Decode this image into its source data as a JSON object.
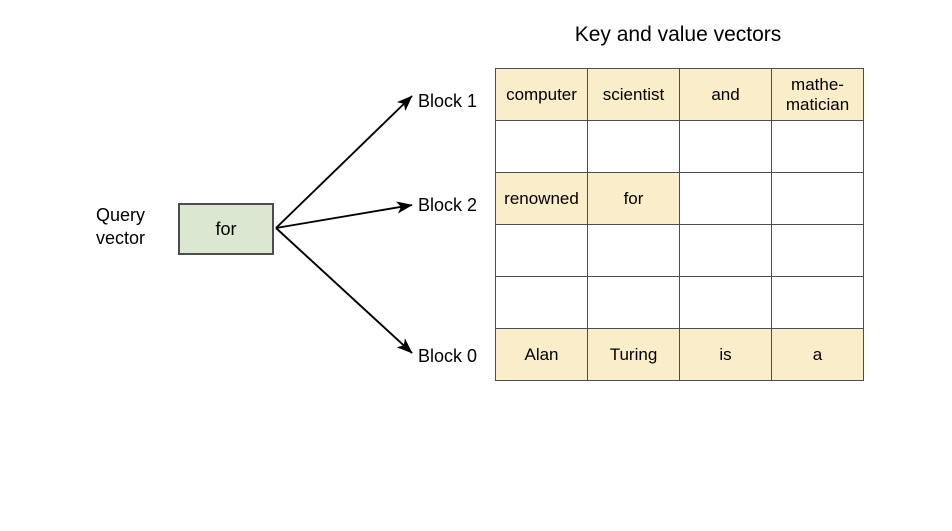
{
  "diagram": {
    "title": "Key and value vectors",
    "query": {
      "label_line1": "Query",
      "label_line2": "vector",
      "token": "for"
    },
    "arrows": [
      {
        "name": "arrow-to-block-1",
        "target": "Block 1"
      },
      {
        "name": "arrow-to-block-2",
        "target": "Block 2"
      },
      {
        "name": "arrow-to-block-0",
        "target": "Block 0"
      }
    ],
    "block_labels": {
      "block1": "Block 1",
      "block2": "Block 2",
      "block0": "Block 0"
    },
    "table": {
      "rows": [
        {
          "filled": true,
          "cells": [
            "computer",
            "scientist",
            "and",
            "mathe-\nmatician"
          ]
        },
        {
          "filled": false,
          "cells": [
            "",
            "",
            "",
            ""
          ]
        },
        {
          "filled": true,
          "cells": [
            "renowned",
            "for",
            "",
            ""
          ]
        },
        {
          "filled": false,
          "cells": [
            "",
            "",
            "",
            ""
          ]
        },
        {
          "filled": false,
          "cells": [
            "",
            "",
            "",
            ""
          ]
        },
        {
          "filled": true,
          "cells": [
            "Alan",
            "Turing",
            "is",
            "a"
          ]
        }
      ],
      "cell_text": {
        "r0c0": "computer",
        "r0c1": "scientist",
        "r0c2": "and",
        "r0c3_line1": "mathe-",
        "r0c3_line2": "matician",
        "r2c0": "renowned",
        "r2c1": "for",
        "r2c2": "",
        "r2c3": "",
        "r5c0": "Alan",
        "r5c1": "Turing",
        "r5c2": "is",
        "r5c3": "a"
      }
    },
    "colors": {
      "cell_fill": "#faedc9",
      "query_fill": "#dae8d1",
      "border": "#4d4d4d",
      "background": "#ffffff",
      "text": "#000000"
    }
  }
}
